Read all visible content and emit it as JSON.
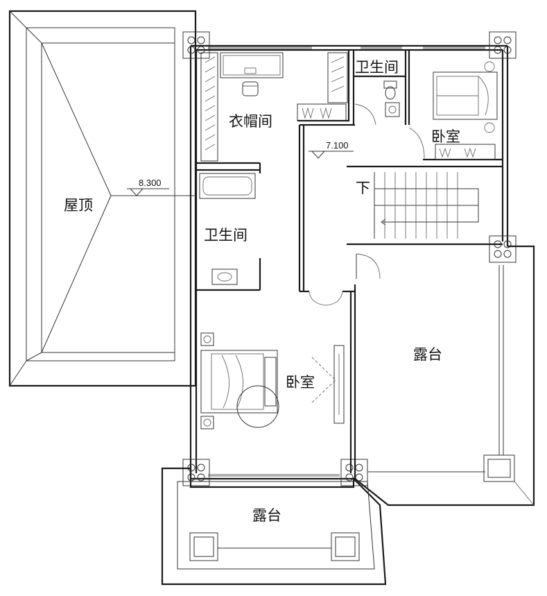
{
  "rooms": {
    "roof": "屋顶",
    "closet": "衣帽间",
    "bath_top": "卫生间",
    "bath_left": "卫生间",
    "bedroom_right": "卧室",
    "bedroom_main": "卧室",
    "terrace_right": "露台",
    "terrace_bottom": "露台"
  },
  "levels": {
    "roof_level": "8.300",
    "floor_level": "7.100"
  },
  "stair": {
    "direction": "下"
  }
}
